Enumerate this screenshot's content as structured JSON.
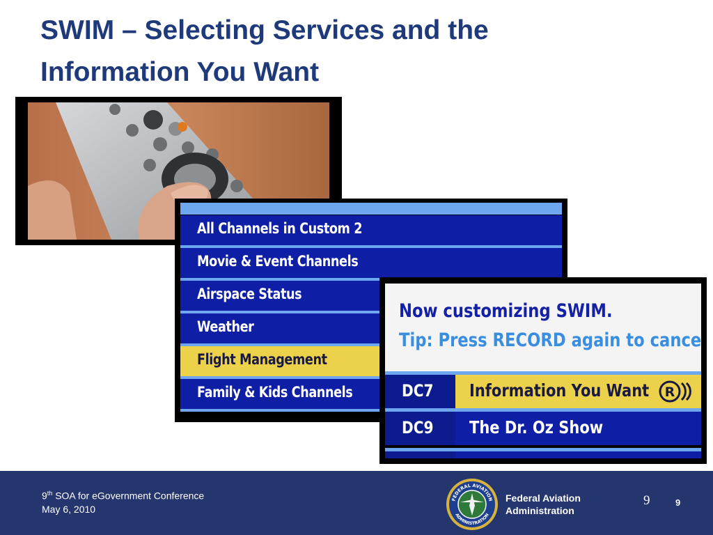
{
  "slide": {
    "title_line1": "SWIM – Selecting Services and the",
    "title_line2": "Information You Want"
  },
  "channel_menu": {
    "items": [
      {
        "label": "All Channels in Custom 2",
        "selected": false
      },
      {
        "label": "Movie & Event Channels",
        "selected": false
      },
      {
        "label": "Airspace Status",
        "selected": false
      },
      {
        "label": "Weather",
        "selected": false
      },
      {
        "label": "Flight Management",
        "selected": true
      },
      {
        "label": "Family & Kids Channels",
        "selected": false
      }
    ]
  },
  "customize_panel": {
    "message": "Now customizing SWIM.",
    "tip": "Tip: Press RECORD again to cance",
    "rows": [
      {
        "code": "DC7",
        "program": "Information You Want",
        "selected": true,
        "record_icon": "record-icon"
      },
      {
        "code": "DC9",
        "program": "The Dr. Oz Show",
        "selected": false
      }
    ]
  },
  "footer": {
    "conference_prefix": "9",
    "conference_sup": "th",
    "conference_rest": " SOA for eGovernment Conference",
    "date": "May 6, 2010",
    "org_line1": "Federal Aviation",
    "org_line2": "Administration",
    "page_number_serif": "9",
    "page_number_bold": "9",
    "seal_text_top": "FEDERAL AVIATION",
    "seal_text_bottom": "ADMINISTRATION"
  },
  "colors": {
    "title": "#1f3a7a",
    "menu_blue": "#0e1fa6",
    "menu_highlight": "#ecd24a",
    "menu_divider": "#6ea6f0",
    "footer_bg": "#25356d"
  }
}
